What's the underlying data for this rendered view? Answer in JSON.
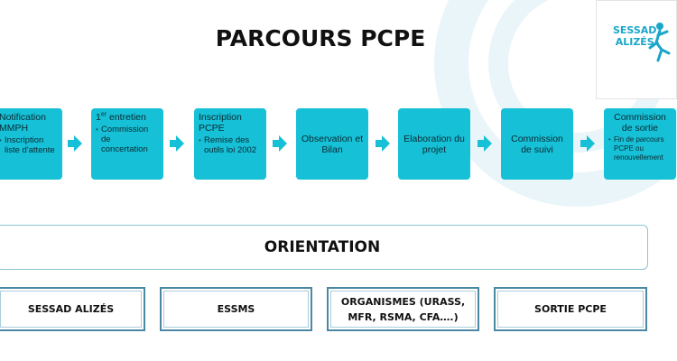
{
  "title": "PARCOURS PCPE",
  "logo": {
    "line1": "SESSAD",
    "line2": "ALIZÉS"
  },
  "steps": [
    {
      "title": "Notification MMPH",
      "bullets": [
        "Inscription liste d'attente"
      ]
    },
    {
      "title_main": "1",
      "title_sup": "er",
      "title_rest": " entretien",
      "bullets": [
        "Commission de concertation"
      ]
    },
    {
      "title": "Inscription PCPE",
      "bullets": [
        "Remise des outils loi 2002"
      ]
    },
    {
      "title": "Observation et Bilan",
      "bullets": []
    },
    {
      "title": "Elaboration du projet",
      "bullets": []
    },
    {
      "title": "Commission de suivi",
      "bullets": []
    },
    {
      "title": "Commission de sortie",
      "bullets": [
        "Fin de parcours PCPE ou renouvellement"
      ]
    }
  ],
  "orientation": "ORIENTATION",
  "destinations": [
    "SESSAD ALIZÉS",
    "ESSMS",
    "ORGANISMES (URASS, MFR, RSMA, CFA….)",
    "SORTIE PCPE"
  ],
  "colors": {
    "step_fill": "#16c0d6",
    "border_blue": "#4a88a3",
    "logo_blue": "#1aa6c9",
    "arrow": "#16c0d6"
  }
}
